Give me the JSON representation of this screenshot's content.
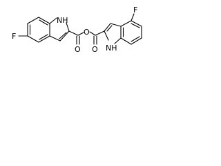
{
  "molecule": {
    "left_fragment": {
      "fluorine_label": "F",
      "nh_label": "NH",
      "carbonyl_oxygen_label": "O"
    },
    "bridge_oxygen_label": "O",
    "right_fragment": {
      "fluorine_label": "F",
      "nh_label": "NH",
      "carbonyl_oxygen_label": "O"
    },
    "bond_color": "#000000",
    "background_color": "#ffffff"
  }
}
